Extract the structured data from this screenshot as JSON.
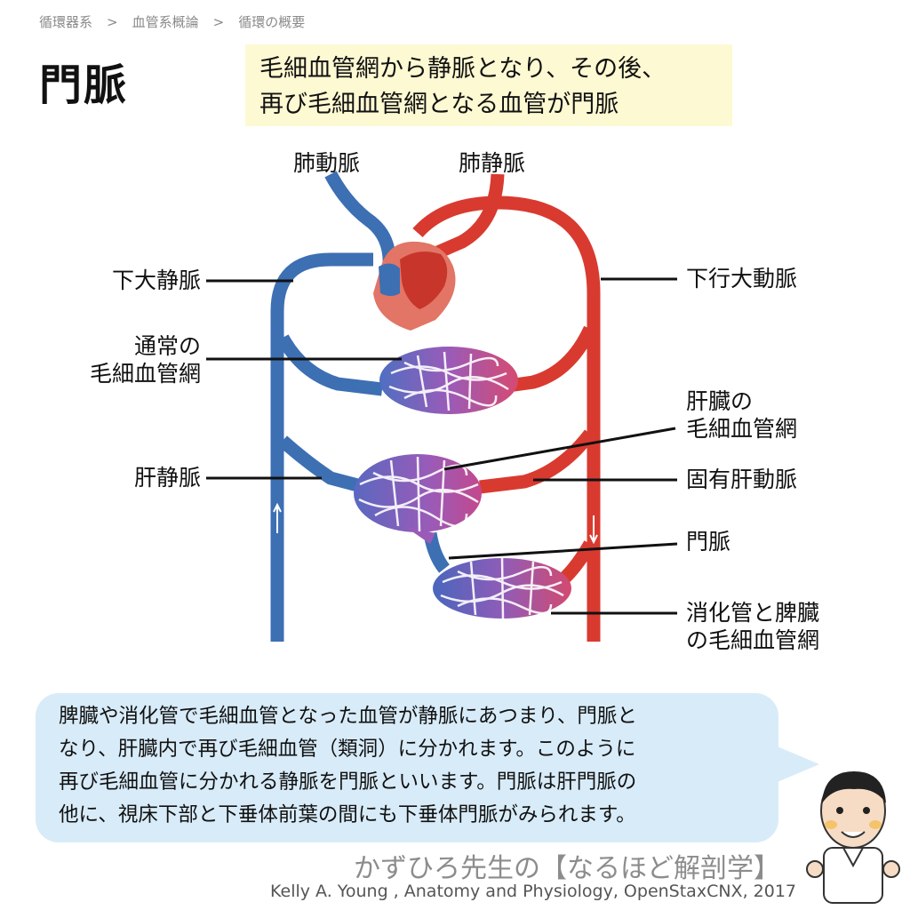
{
  "breadcrumb": [
    "循環器系",
    "血管系概論",
    "循環の概要"
  ],
  "breadcrumb_separator": ">",
  "page_title": "門脈",
  "headline": [
    "毛細血管網から静脈となり、その後、",
    "再び毛細血管網となる血管が門脈"
  ],
  "labels": {
    "pulmonary_artery": "肺動脈",
    "pulmonary_vein": "肺静脈",
    "ivc": "下大静脈",
    "capillary_normal": [
      "通常の",
      "毛細血管網"
    ],
    "hepatic_vein": "肝静脈",
    "descending_aorta": "下行大動脈",
    "liver_capillary": [
      "肝臓の",
      "毛細血管網"
    ],
    "hepatic_artery": "固有肝動脈",
    "portal_vein": "門脈",
    "gut_capillary": [
      "消化管と脾臓",
      "の毛細血管網"
    ]
  },
  "explanation": [
    "脾臓や消化管で毛細血管となった血管が静脈にあつまり、門脈と",
    "なり、肝臓内で再び毛細血管（類洞）に分かれます。このように",
    "再び毛細血管に分かれる静脈を門脈といいます。門脈は肝門脈の",
    "他に、視床下部と下垂体前葉の間にも下垂体門脈がみられます。"
  ],
  "brand": "かずひろ先生の【なるほど解剖学】",
  "credit": "Kelly A. Young , Anatomy and Physiology, OpenStaxCNX, 2017",
  "colors": {
    "artery": "#d93a2f",
    "vein": "#3d6fb3",
    "capillary": "#9a5bb8",
    "headline_bg": "#fdf9d2",
    "bubble_bg": "#d8ebf8"
  }
}
